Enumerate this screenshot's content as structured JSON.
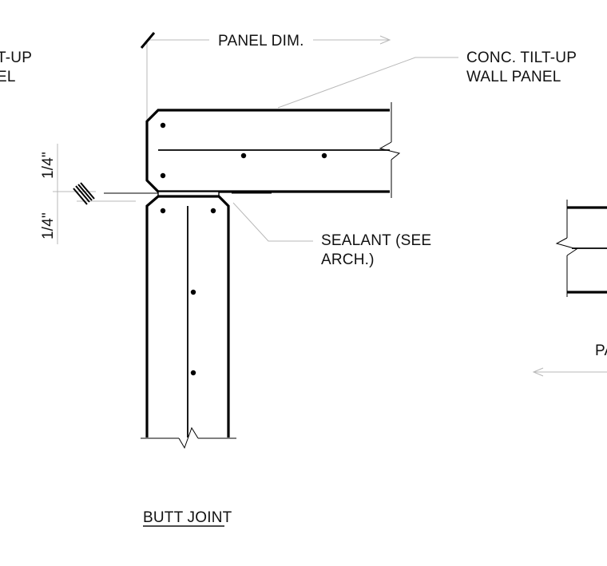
{
  "labels": {
    "panel_dim": "PANEL DIM.",
    "panel_dim_cut": "PA",
    "wall_panel_line1": "CONC. TILT-UP",
    "wall_panel_line2": "WALL PANEL",
    "left_cut_line1": "T-UP",
    "left_cut_line2": "EL",
    "dim_upper": "1/4\"",
    "dim_lower": "1/4\"",
    "sealant_line1": "SEALANT (SEE",
    "sealant_line2": "ARCH.)",
    "detail_title": "BUTT JOINT"
  },
  "colors": {
    "linework": "#000000",
    "leader": "#b8b8b8",
    "text": "#111111",
    "background": "#ffffff"
  }
}
